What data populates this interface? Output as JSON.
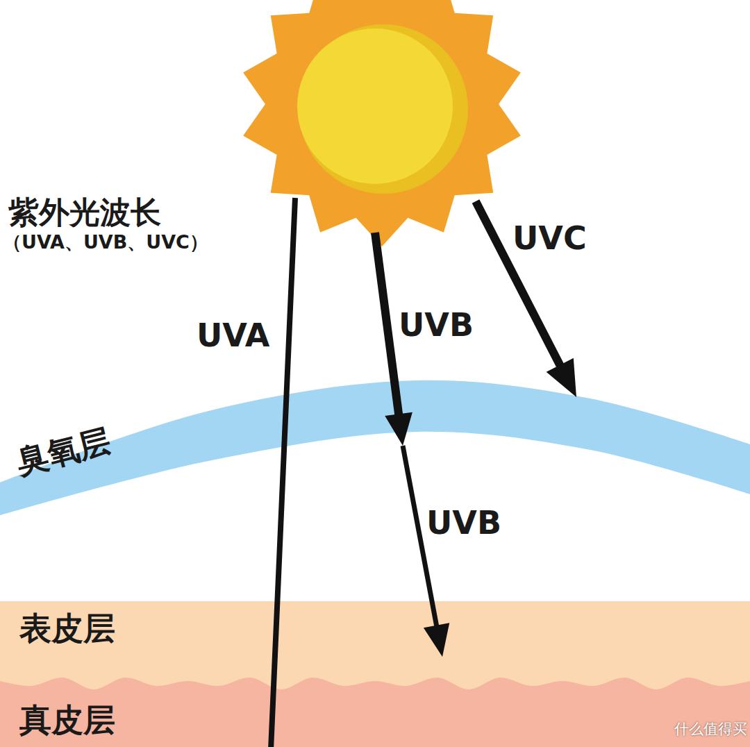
{
  "diagram": {
    "nodes": [
      {
        "text": [
          "臭氧层"
        ]
      },
      {
        "text": [
          "表皮层"
        ]
      },
      {
        "text": [
          "真皮层"
        ]
      }
    ],
    "labels": [
      "紫外光波长",
      "（UVA、UVB、UVC）",
      "UVA",
      "UVB",
      "UVC",
      "UVB",
      "什么值得买"
    ]
  }
}
